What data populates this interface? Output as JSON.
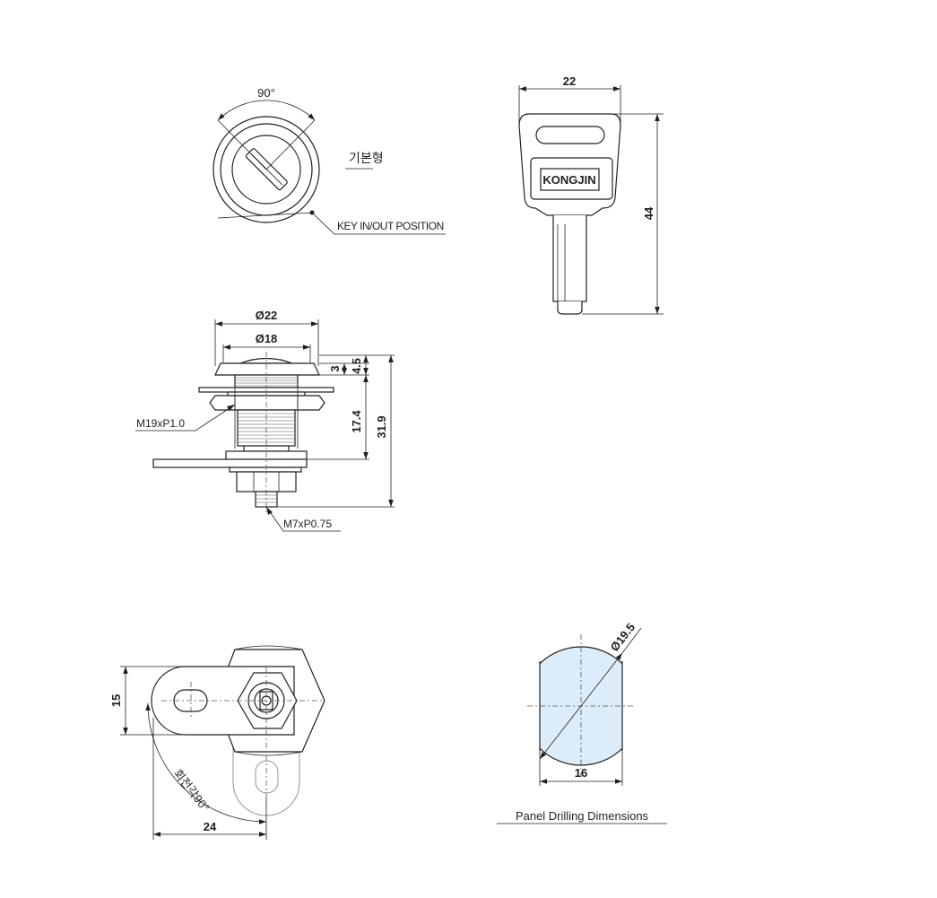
{
  "top_view": {
    "rotation_angle": "90°",
    "type_label": "기본형",
    "key_position_label": "KEY IN/OUT POSITION"
  },
  "key_view": {
    "brand": "KONGJIN",
    "width": "22",
    "length": "44"
  },
  "side_view": {
    "outer_diameter": "Ø22",
    "inner_diameter": "Ø18",
    "dim_3": "3",
    "dim_4_5": "4.5",
    "dim_17_4": "17.4",
    "dim_31_9": "31.9",
    "body_thread": "M19xP1.0",
    "shaft_thread": "M7xP0.75"
  },
  "rear_view": {
    "dim_15": "15",
    "dim_24": "24",
    "rotation_note": "회전각90°"
  },
  "panel_view": {
    "diameter": "Ø19.5",
    "flat_width": "16",
    "title": "Panel Drilling Dimensions"
  }
}
